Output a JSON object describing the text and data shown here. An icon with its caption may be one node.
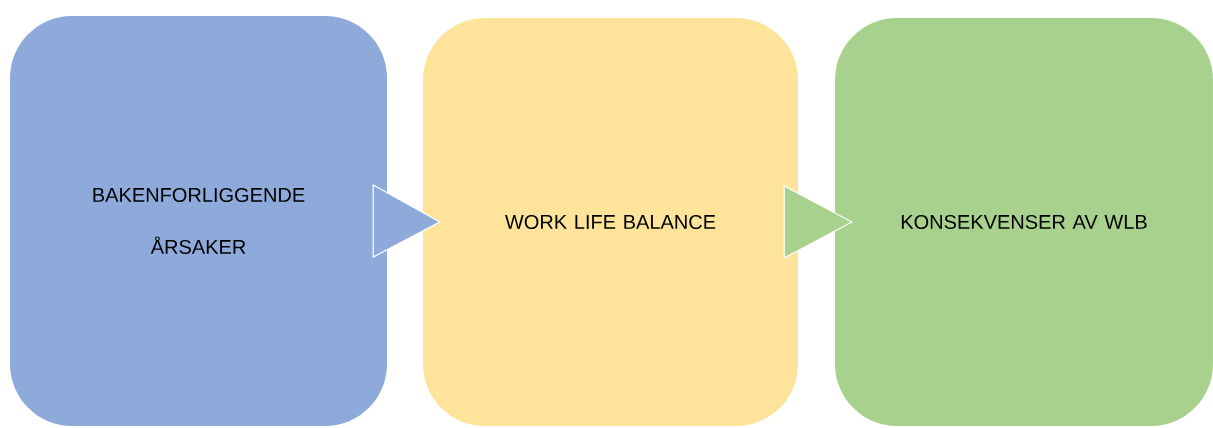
{
  "diagram": {
    "nodes": [
      {
        "text": [
          "BAKENFORLIGGENDE ÅRSAKER"
        ]
      },
      {
        "text": [
          "WORK LIFE BALANCE"
        ]
      },
      {
        "text": [
          "KONSEKVENSER AV WLB"
        ]
      }
    ],
    "edges": [
      {
        "from": 0,
        "to": 1,
        "arrow": "to",
        "color": "#8eaadb"
      },
      {
        "from": 1,
        "to": 2,
        "arrow": "to",
        "color": "#a9d18e"
      }
    ]
  }
}
